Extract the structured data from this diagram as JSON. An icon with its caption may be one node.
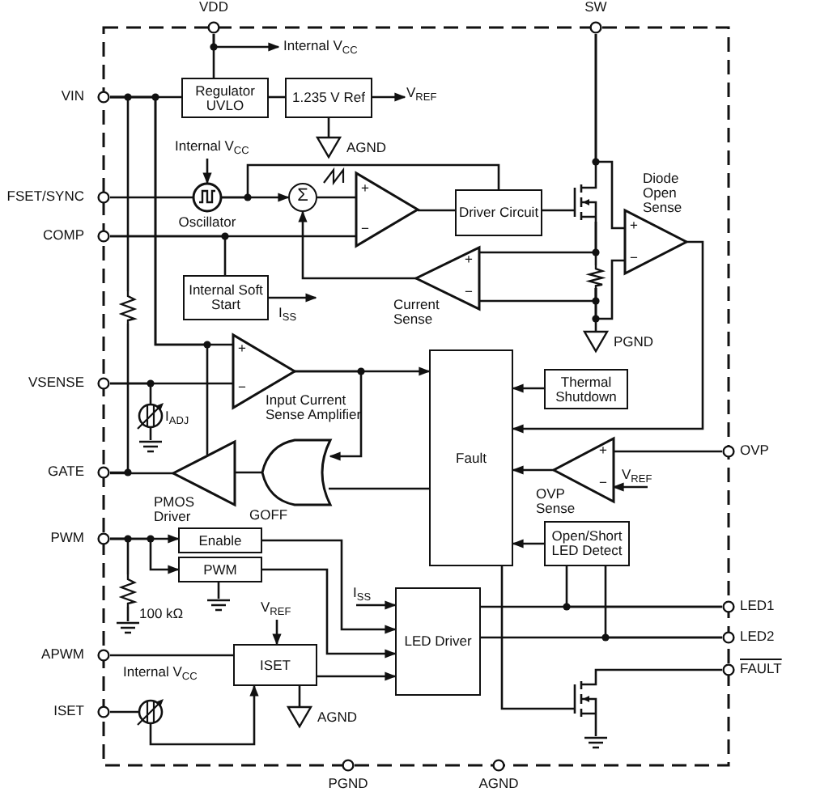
{
  "diagram": {
    "nodes": [
      {
        "text": [
          "VDD"
        ]
      },
      {
        "text": [
          "SW"
        ]
      },
      {
        "text": [
          "VIN"
        ]
      },
      {
        "text": [
          "Regulator UVLO"
        ]
      },
      {
        "text": [
          "1.235 V Ref"
        ]
      },
      {
        "text": [
          "AGND"
        ]
      },
      {
        "text": [
          "Oscillator"
        ]
      },
      {
        "text": [
          "Σ"
        ]
      },
      {
        "text": [
          "+",
          "−"
        ]
      },
      {
        "text": [
          "Driver Circuit"
        ]
      },
      {
        "text": [],
        "shape": "transistor"
      },
      {
        "text": [
          "Diode Open Sense",
          "+",
          "−"
        ]
      },
      {
        "text": [
          "FSET/SYNC"
        ]
      },
      {
        "text": [
          "COMP"
        ]
      },
      {
        "text": [
          "+",
          "−",
          "Current Sense"
        ]
      },
      {
        "text": [],
        "shape": "resistor"
      },
      {
        "text": [
          "Internal Soft Start"
        ]
      },
      {
        "text": [],
        "shape": "resistor"
      },
      {
        "text": [
          "PGND"
        ]
      },
      {
        "text": [
          "+",
          "−",
          "Input Current Sense Amplifier"
        ]
      },
      {
        "text": [
          "VSENSE"
        ]
      },
      {
        "text": [
          "Thermal Shutdown"
        ]
      },
      {
        "text": [
          "Fault"
        ]
      },
      {
        "text": [
          "I$_{ADJ}$"
        ]
      },
      {
        "text": [],
        "shape": "ground"
      },
      {
        "text": [
          "OVP"
        ]
      },
      {
        "text": [
          "+",
          "−",
          "OVP Sense"
        ]
      },
      {
        "text": [
          "GATE"
        ]
      },
      {
        "text": [
          "PMOS Driver"
        ]
      },
      {
        "text": [],
        "shape": "gate",
        "beside": [
          "GOFF"
        ]
      },
      {
        "text": [
          "Open/Short LED Detect"
        ]
      },
      {
        "text": [
          "PWM"
        ]
      },
      {
        "text": [
          "Enable"
        ]
      },
      {
        "text": [
          "PWM"
        ]
      },
      {
        "text": [
          "100 kΩ"
        ]
      },
      {
        "text": [],
        "shape": "ground"
      },
      {
        "text": [],
        "shape": "ground"
      },
      {
        "text": [
          "LED Driver"
        ]
      },
      {
        "text": [
          "LED1"
        ]
      },
      {
        "text": [
          "LED2"
        ]
      },
      {
        "text": [
          "APWM"
        ]
      },
      {
        "text": [
          "ISET"
        ]
      },
      {
        "text": [
          "FAULT"
        ]
      },
      {
        "text": [
          "Internal V$_{CC}$"
        ]
      },
      {
        "text": [
          "ISET"
        ]
      },
      {
        "text": [
          "AGND"
        ]
      },
      {
        "text": [],
        "shape": "transistor"
      },
      {
        "text": [],
        "shape": "ground"
      },
      {
        "text": [
          "PGND"
        ]
      },
      {
        "text": [
          "AGND"
        ]
      },
      {
        "text": [
          "Internal V$_{CC}$"
        ]
      },
      {
        "text": [
          "V$_{REF}$"
        ]
      },
      {
        "text": [
          "Internal V$_{CC}$"
        ]
      },
      {
        "text": [
          "I$_{SS}$"
        ]
      },
      {
        "text": [
          "V$_{REF}$"
        ]
      },
      {
        "text": [
          "I$_{SS}$"
        ]
      },
      {
        "text": [
          "V$_{REF}$"
        ]
      }
    ],
    "edges": [
      {
        "from": 0,
        "to": 50,
        "arrow": "to"
      },
      {
        "from": 0,
        "to": 3,
        "arrow": "none"
      },
      {
        "from": 2,
        "to": 3,
        "arrow": "none"
      },
      {
        "from": 3,
        "to": 4,
        "arrow": "none"
      },
      {
        "from": 4,
        "to": 51,
        "arrow": "to"
      },
      {
        "from": 4,
        "to": 5,
        "arrow": "none"
      },
      {
        "from": 52,
        "to": 6,
        "arrow": "to"
      },
      {
        "from": 12,
        "to": 6,
        "arrow": "none"
      },
      {
        "from": 6,
        "to": 7,
        "arrow": "to"
      },
      {
        "from": 6,
        "to": 9,
        "arrow": "none"
      },
      {
        "from": 7,
        "to": 8,
        "arrow": "none"
      },
      {
        "from": 13,
        "to": 8,
        "arrow": "none"
      },
      {
        "from": 13,
        "to": 16,
        "arrow": "none"
      },
      {
        "from": 8,
        "to": 9,
        "arrow": "none"
      },
      {
        "from": 9,
        "to": 10,
        "arrow": "none"
      },
      {
        "from": 1,
        "to": 10,
        "arrow": "none"
      },
      {
        "from": 1,
        "to": 11,
        "arrow": "none"
      },
      {
        "from": 10,
        "to": 15,
        "arrow": "none"
      },
      {
        "from": 10,
        "to": 14,
        "arrow": "none"
      },
      {
        "from": 15,
        "to": 14,
        "arrow": "none"
      },
      {
        "from": 15,
        "to": 18,
        "arrow": "none"
      },
      {
        "from": 15,
        "to": 11,
        "arrow": "none"
      },
      {
        "from": 14,
        "to": 7,
        "arrow": "to"
      },
      {
        "from": 16,
        "to": 53,
        "arrow": "to"
      },
      {
        "from": 11,
        "to": 22,
        "arrow": "to"
      },
      {
        "from": 2,
        "to": 17,
        "arrow": "none"
      },
      {
        "from": 17,
        "to": 27,
        "arrow": "none"
      },
      {
        "from": 2,
        "to": 19,
        "arrow": "none"
      },
      {
        "from": 20,
        "to": 19,
        "arrow": "none"
      },
      {
        "from": 20,
        "to": 23,
        "arrow": "none"
      },
      {
        "from": 23,
        "to": 24,
        "arrow": "none"
      },
      {
        "from": 19,
        "to": 22,
        "arrow": "to"
      },
      {
        "from": 19,
        "to": 29,
        "arrow": "to"
      },
      {
        "from": 21,
        "to": 22,
        "arrow": "to"
      },
      {
        "from": 25,
        "to": 26,
        "arrow": "none"
      },
      {
        "from": 54,
        "to": 26,
        "arrow": "to"
      },
      {
        "from": 26,
        "to": 22,
        "arrow": "to"
      },
      {
        "from": 22,
        "to": 29,
        "arrow": "none"
      },
      {
        "from": 29,
        "to": 28,
        "arrow": "none"
      },
      {
        "from": 28,
        "to": 27,
        "arrow": "none"
      },
      {
        "from": 30,
        "to": 22,
        "arrow": "to"
      },
      {
        "from": 37,
        "to": 38,
        "arrow": "none"
      },
      {
        "from": 37,
        "to": 39,
        "arrow": "none"
      },
      {
        "from": 30,
        "to": 38,
        "arrow": "none"
      },
      {
        "from": 30,
        "to": 39,
        "arrow": "none"
      },
      {
        "from": 22,
        "to": 46,
        "arrow": "none"
      },
      {
        "from": 46,
        "to": 42,
        "arrow": "none"
      },
      {
        "from": 46,
        "to": 47,
        "arrow": "none"
      },
      {
        "from": 31,
        "to": 32,
        "arrow": "to"
      },
      {
        "from": 31,
        "to": 33,
        "arrow": "to"
      },
      {
        "from": 31,
        "to": 34,
        "arrow": "none"
      },
      {
        "from": 34,
        "to": 35,
        "arrow": "none"
      },
      {
        "from": 33,
        "to": 36,
        "arrow": "none"
      },
      {
        "from": 32,
        "to": 37,
        "arrow": "to"
      },
      {
        "from": 33,
        "to": 37,
        "arrow": "to"
      },
      {
        "from": 55,
        "to": 37,
        "arrow": "to"
      },
      {
        "from": 41,
        "to": 37,
        "arrow": "to"
      },
      {
        "from": 56,
        "to": 41,
        "arrow": "to"
      },
      {
        "from": 40,
        "to": 41,
        "arrow": "none"
      },
      {
        "from": 44,
        "to": 43,
        "arrow": "none"
      },
      {
        "from": 43,
        "to": 41,
        "arrow": "to"
      },
      {
        "from": 41,
        "to": 45,
        "arrow": "none"
      },
      {
        "from": 2,
        "to": 28,
        "arrow": "none"
      }
    ]
  }
}
